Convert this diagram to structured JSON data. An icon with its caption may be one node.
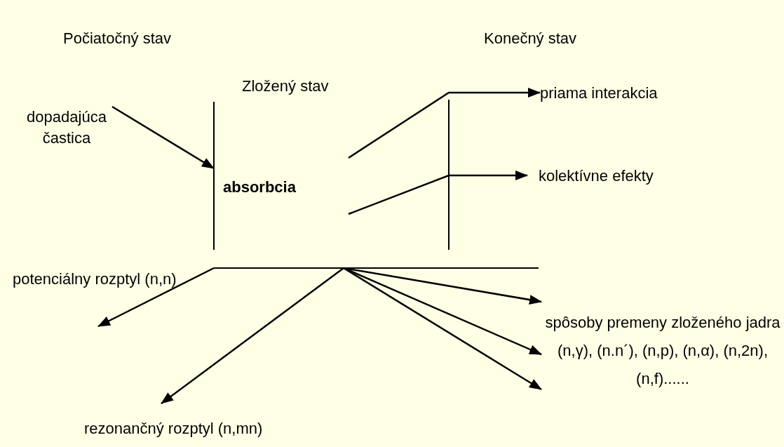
{
  "diagram": {
    "nodes": [
      {
        "text": [
          "dopadajúca častica"
        ]
      },
      {
        "text": [
          "absorbcia"
        ]
      },
      {
        "text": [
          "priama interakcia"
        ]
      },
      {
        "text": [
          "kolektívne efekty"
        ]
      },
      {
        "text": [
          "potenciálny rozptyl (n,n)"
        ]
      },
      {
        "text": [
          "rezonančný rozptyl (n,mn)"
        ]
      },
      {
        "text": [
          "spôsoby premeny zloženého jadra (n,γ), (n.n´), (n,p), (n,α), (n,2n), (n,f)......"
        ]
      }
    ],
    "edges": [
      {
        "from": 0,
        "to": 1,
        "arrow": "to"
      },
      {
        "from": null,
        "to": 2,
        "arrow": "to"
      },
      {
        "from": null,
        "to": 3,
        "arrow": "to"
      },
      {
        "from": null,
        "to": 4,
        "arrow": "to"
      },
      {
        "from": null,
        "to": 5,
        "arrow": "to"
      },
      {
        "from": null,
        "to": 6,
        "arrow": "to"
      },
      {
        "from": null,
        "to": 6,
        "arrow": "to"
      },
      {
        "from": null,
        "to": 6,
        "arrow": "to"
      }
    ],
    "labels": [
      "Počiatočný stav",
      "Konečný stav",
      "Zložený stav"
    ]
  }
}
